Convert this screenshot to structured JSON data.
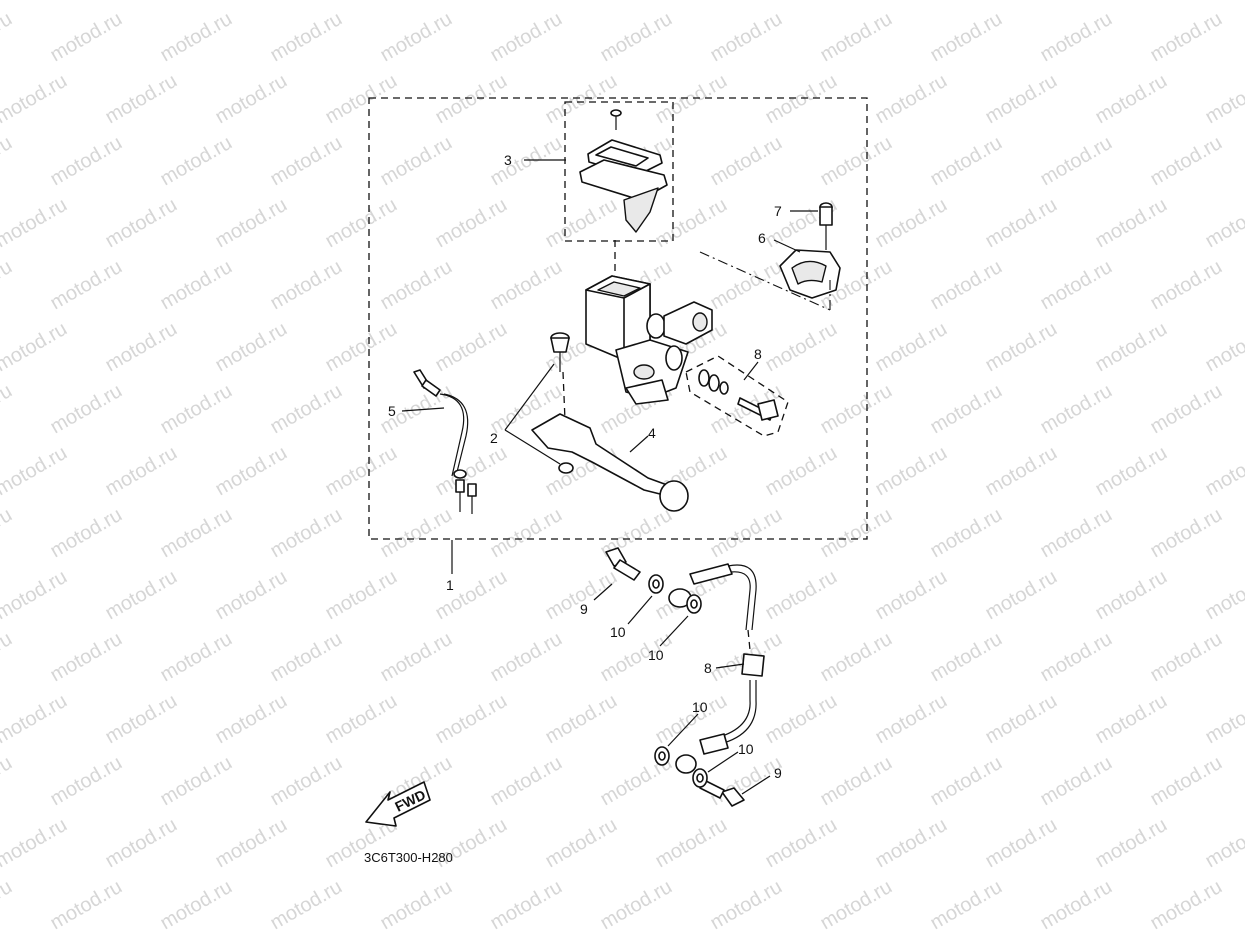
{
  "watermark": {
    "text": "motod.ru"
  },
  "diagram": {
    "code": "3C6T300-H280",
    "fwd_label": "FWD",
    "callouts": {
      "c1": "1",
      "c2": "2",
      "c3": "3",
      "c4": "4",
      "c5": "5",
      "c6": "6",
      "c7": "7",
      "c8a": "8",
      "c8b": "8",
      "c9a": "9",
      "c9b": "9",
      "c10a": "10",
      "c10b": "10",
      "c10c": "10",
      "c10d": "10"
    }
  }
}
